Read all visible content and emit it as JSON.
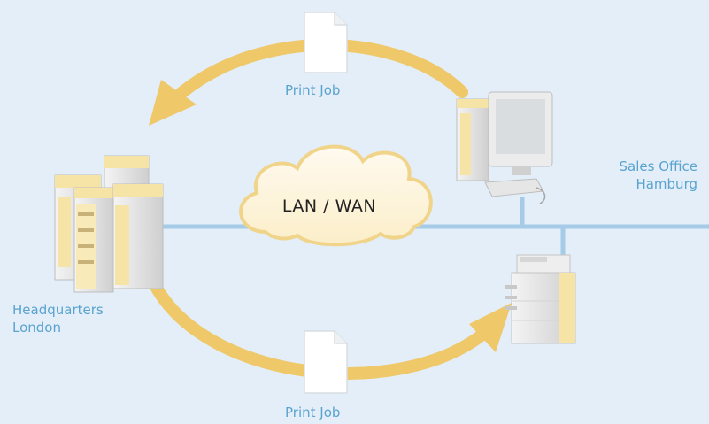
{
  "cloud": {
    "label": "LAN / WAN"
  },
  "top_job": {
    "label": "Print Job"
  },
  "bottom_job": {
    "label": "Print Job"
  },
  "sales_office": {
    "line1": "Sales Office",
    "line2": "Hamburg"
  },
  "headquarters": {
    "line1": "Headquarters",
    "line2": "London"
  },
  "colors": {
    "background": "#e3eef9",
    "network_line": "#a6cbe7",
    "arrow": "#efc86a",
    "label": "#5aa3cf",
    "cloud_fill": "#fdf5dc",
    "cloud_stroke": "#f0d48a"
  }
}
